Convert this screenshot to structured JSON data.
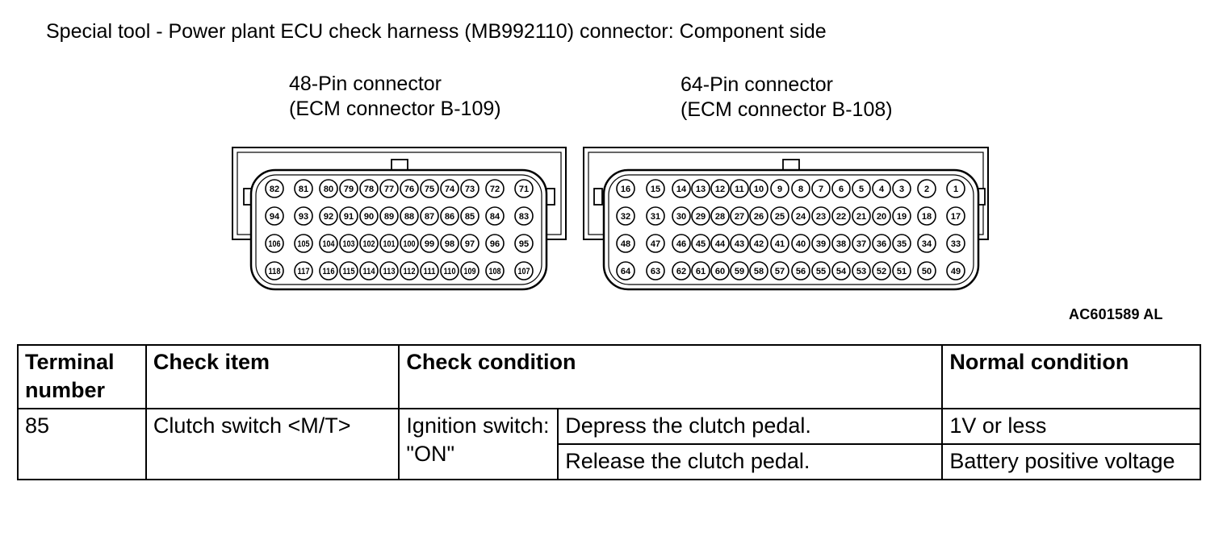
{
  "title": "Special tool - Power plant ECU check harness (MB992110) connector: Component side",
  "connectors": [
    {
      "label_line1": "48-Pin connector",
      "label_line2": "(ECM connector B-109)",
      "rows": [
        [
          "82",
          "81",
          "80",
          "79",
          "78",
          "77",
          "76",
          "75",
          "74",
          "73",
          "72",
          "71"
        ],
        [
          "94",
          "93",
          "92",
          "91",
          "90",
          "89",
          "88",
          "87",
          "86",
          "85",
          "84",
          "83"
        ],
        [
          "106",
          "105",
          "104",
          "103",
          "102",
          "101",
          "100",
          "99",
          "98",
          "97",
          "96",
          "95"
        ],
        [
          "118",
          "117",
          "116",
          "115",
          "114",
          "113",
          "112",
          "111",
          "110",
          "109",
          "108",
          "107"
        ]
      ]
    },
    {
      "label_line1": "64-Pin connector",
      "label_line2": "(ECM connector B-108)",
      "rows": [
        [
          "16",
          "15",
          "14",
          "13",
          "12",
          "11",
          "10",
          "9",
          "8",
          "7",
          "6",
          "5",
          "4",
          "3",
          "2",
          "1"
        ],
        [
          "32",
          "31",
          "30",
          "29",
          "28",
          "27",
          "26",
          "25",
          "24",
          "23",
          "22",
          "21",
          "20",
          "19",
          "18",
          "17"
        ],
        [
          "48",
          "47",
          "46",
          "45",
          "44",
          "43",
          "42",
          "41",
          "40",
          "39",
          "38",
          "37",
          "36",
          "35",
          "34",
          "33"
        ],
        [
          "64",
          "63",
          "62",
          "61",
          "60",
          "59",
          "58",
          "57",
          "56",
          "55",
          "54",
          "53",
          "52",
          "51",
          "50",
          "49"
        ]
      ]
    }
  ],
  "figure_code": "AC601589 AL",
  "table": {
    "headers": {
      "terminal": "Terminal number",
      "check_item": "Check item",
      "check_condition": "Check condition",
      "normal_condition": "Normal condition"
    },
    "rows": [
      {
        "terminal": "85",
        "check_item": "Clutch switch <M/T>",
        "condition_group": "Ignition switch: \"ON\"",
        "sub_rows": [
          {
            "condition": "Depress the clutch pedal.",
            "normal": "1V or less"
          },
          {
            "condition": "Release the clutch pedal.",
            "normal": "Battery positive voltage"
          }
        ]
      }
    ]
  }
}
